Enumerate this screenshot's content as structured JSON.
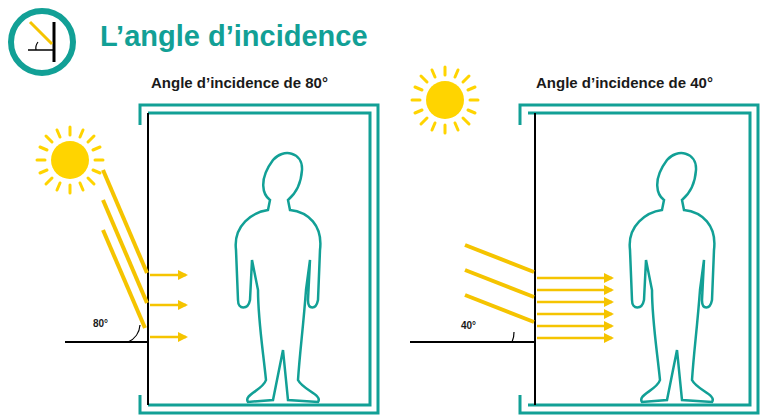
{
  "diagram": {
    "title": "L’angle d’incidence",
    "labels": [
      "Angle d’incidence de 80°",
      "Angle d’incidence de 40°",
      "80°",
      "40°"
    ]
  }
}
